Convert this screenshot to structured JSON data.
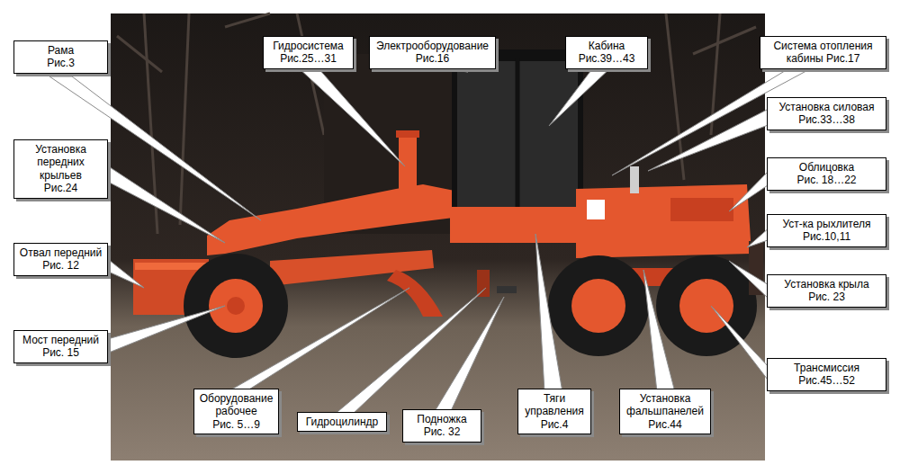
{
  "diagram": {
    "nodes": [
      {
        "text": [
          "Рама",
          "Рис.3"
        ]
      },
      {
        "text": [
          "Гидросистема",
          "Рис.25…31"
        ]
      },
      {
        "text": [
          "Электрооборудование",
          "Рис.16"
        ]
      },
      {
        "text": [
          "Кабина",
          "Рис.39…43"
        ]
      },
      {
        "text": [
          "Система отопления кабины Рис.17"
        ]
      },
      {
        "text": [
          "Установка силовая",
          "Рис.33…38"
        ]
      },
      {
        "text": [
          "Установка передних крыльев",
          "Рис.24"
        ]
      },
      {
        "text": [
          "Облицовка",
          "Рис. 18…22"
        ]
      },
      {
        "text": [
          "Уст-ка рыхлителя",
          "Рис.10,11"
        ]
      },
      {
        "text": [
          "Отвал передний",
          "Рис. 12"
        ]
      },
      {
        "text": [
          "Установка крыла",
          "Рис. 23"
        ]
      },
      {
        "text": [
          "Мост передний",
          "Рис. 15"
        ]
      },
      {
        "text": [
          "Трансмиссия",
          "Рис.45…52"
        ]
      },
      {
        "text": [
          "Оборудование рабочее",
          "Рис. 5…9"
        ]
      },
      {
        "text": [
          "Гидроцилиндр"
        ]
      },
      {
        "text": [
          "Подножка",
          "Рис. 32"
        ]
      },
      {
        "text": [
          "Тяги управления",
          "Рис.4"
        ]
      },
      {
        "text": [
          "Установка фальшпанелей",
          "Рис.44"
        ]
      }
    ]
  }
}
